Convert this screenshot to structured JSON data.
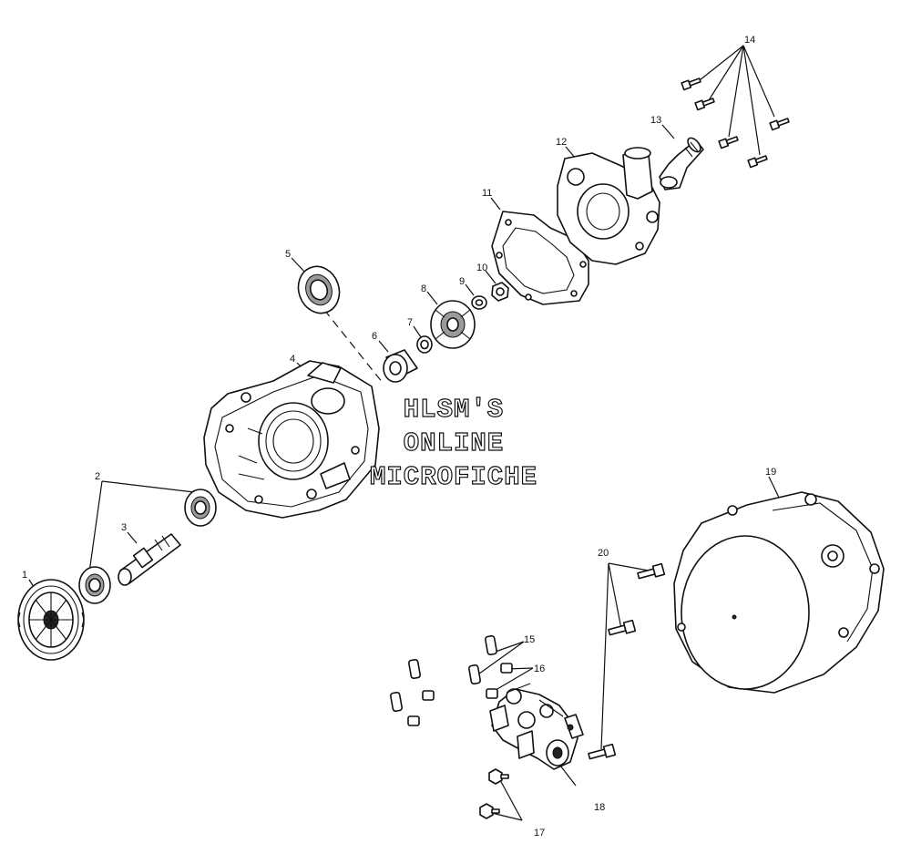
{
  "watermark": {
    "line1": "HLSM'S",
    "line2": "ONLINE",
    "line3": "MICROFICHE"
  },
  "callouts": [
    "1",
    "2",
    "3",
    "4",
    "5",
    "6",
    "7",
    "8",
    "9",
    "10",
    "11",
    "12",
    "13",
    "14",
    "15",
    "16",
    "17",
    "18",
    "19",
    "20"
  ]
}
